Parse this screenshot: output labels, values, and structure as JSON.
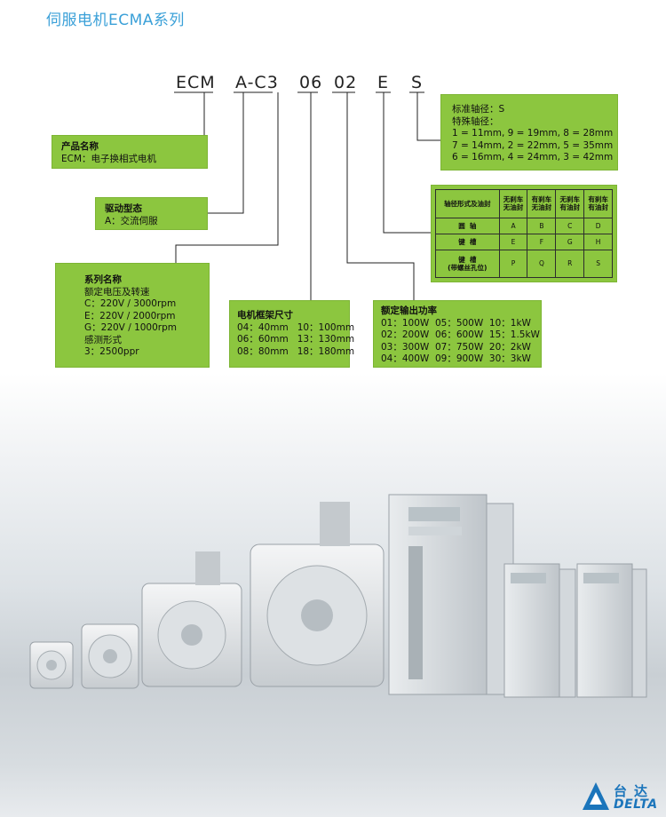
{
  "page_title": "伺服电机ECMA系列",
  "model_code": {
    "seg1": "ECM",
    "seg2": "A-C3",
    "seg3": "06",
    "seg4": "02",
    "seg5": "E",
    "seg6": "S"
  },
  "product_name": {
    "heading": "产品名称",
    "line1": "ECM：电子换相式电机"
  },
  "drive_type": {
    "heading": "驱动型态",
    "line1": "A：交流伺服"
  },
  "series_name": {
    "heading": "系列名称",
    "line1": "额定电压及转速",
    "line2": "C：220V / 3000rpm",
    "line3": "E：220V / 2000rpm",
    "line4": "G：220V / 1000rpm",
    "line5": "感测形式",
    "line6": "3：2500ppr"
  },
  "frame_size": {
    "heading": "电机框架尺寸",
    "rows": [
      "04：40mm   10：100mm",
      "06：60mm   13：130mm",
      "08：80mm   18：180mm"
    ]
  },
  "rated_power": {
    "heading": "额定输出功率",
    "rows": [
      "01：100W  05：500W  10：1kW",
      "02：200W  06：600W  15：1.5kW",
      "03：300W  07：750W  20：2kW",
      "04：400W  09：900W  30：3kW"
    ]
  },
  "shaft_diameter": {
    "line1": "标准轴径：S",
    "line2": "特殊轴径：",
    "line3": "1 = 11mm, 9 = 19mm, 8 = 28mm",
    "line4": "7 = 14mm, 2 = 22mm, 5 = 35mm",
    "line5": "6 = 16mm, 4 = 24mm, 3 = 42mm"
  },
  "shaft_table": {
    "corner": "轴径形式及油封",
    "col1": "无刹车\n无油封",
    "col2": "有刹车\n无油封",
    "col3": "无刹车\n有油封",
    "col4": "有刹车\n有油封",
    "rows": [
      {
        "label": "圆  轴",
        "cells": [
          "A",
          "B",
          "C",
          "D"
        ]
      },
      {
        "label": "键  槽",
        "cells": [
          "E",
          "F",
          "G",
          "H"
        ]
      },
      {
        "label": "键  槽\n(带螺丝孔位)",
        "cells": [
          "P",
          "Q",
          "R",
          "S"
        ]
      }
    ]
  },
  "logo": {
    "top": "台达",
    "bottom": "DELTA"
  },
  "colors": {
    "accent_green": "#8cc63f",
    "title_blue": "#3aa0d8",
    "brand_blue": "#1b75bb"
  }
}
